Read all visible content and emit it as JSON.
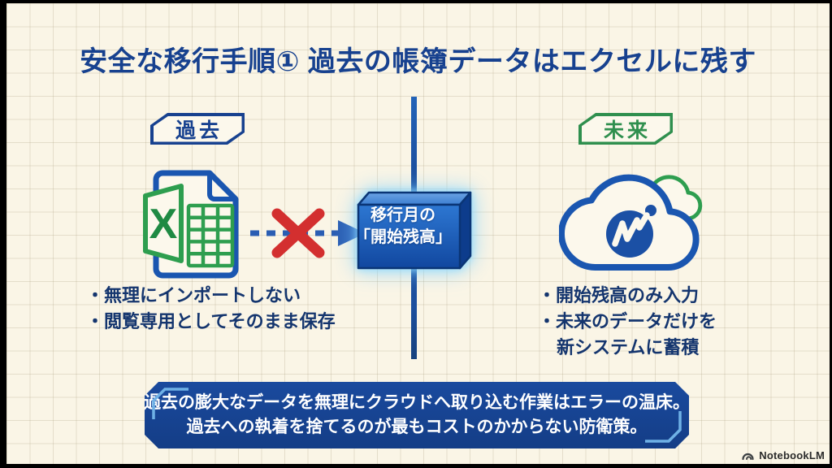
{
  "title": "安全な移行手順① 過去の帳簿データはエクセルに残す",
  "past": {
    "label": "過去",
    "bullets": [
      "・無理にインポートしない",
      "・閲覧専用としてそのまま保存"
    ]
  },
  "future": {
    "label": "未来",
    "bullets": [
      "・開始残高のみ入力",
      "・未来のデータだけを",
      "新システムに蓄積"
    ]
  },
  "flow": {
    "box_line1": "移行月の",
    "box_line2": "「開始残高」",
    "excel_letter": "X"
  },
  "banner": {
    "line1": "過去の膨大なデータを無理にクラウドへ取り込む作業はエラーの温床。",
    "line2": "過去への執着を捨てるのが最もコストのかからない防衛策。"
  },
  "footer": {
    "brand": "NotebookLM"
  },
  "colors": {
    "background": "#faf5e6",
    "grid_line": "#e4ddc8",
    "navy_text": "#17418f",
    "green": "#2f8f4e",
    "excel_blue": "#1a56b0",
    "red_x": "#d32f2f",
    "arrow_blue": "#2a5db3",
    "divider_blue": "#1c4f9e",
    "box_front": "#1d60c0",
    "box_glow": "#8fd6ff",
    "banner_bg": "#17418f",
    "banner_bracket": "#6fb1e6",
    "cloud_logo_blue": "#1b50a5"
  }
}
